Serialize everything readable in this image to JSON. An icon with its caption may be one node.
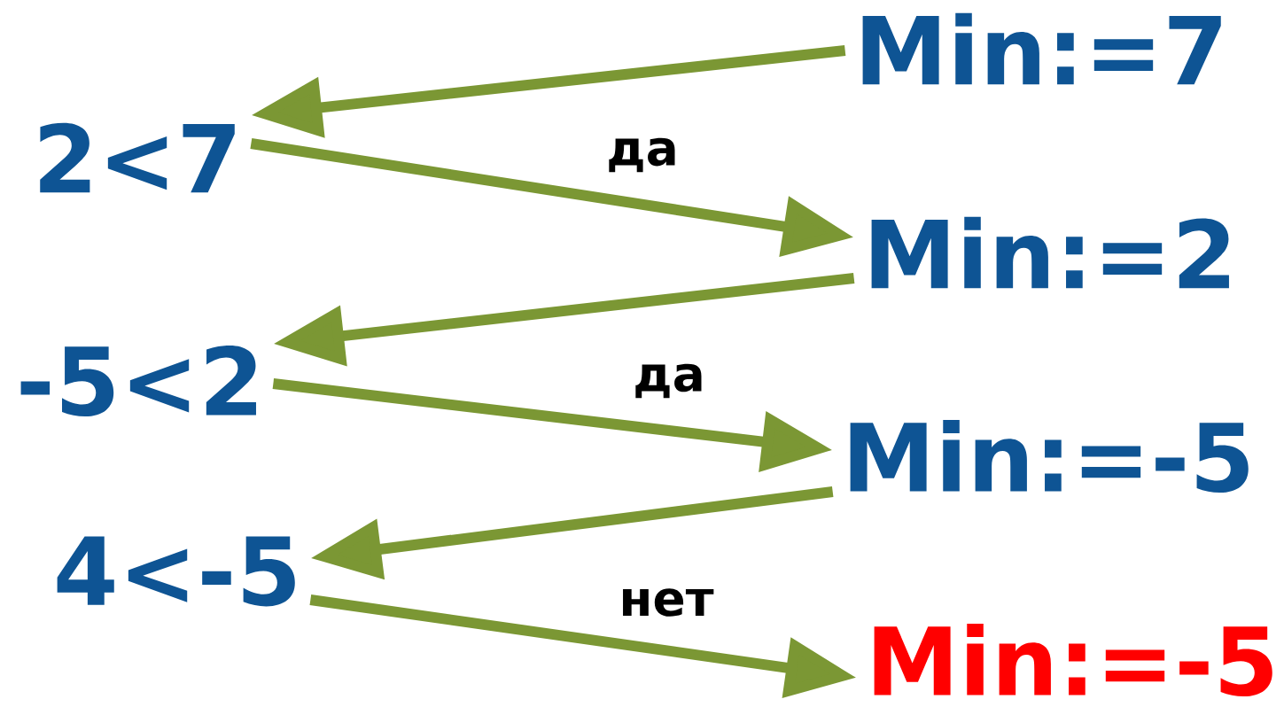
{
  "diagram": {
    "nodes": [
      {
        "text": [
          "Min:=7"
        ]
      },
      {
        "text": [
          "2<7"
        ]
      },
      {
        "text": [
          "Min:=2"
        ]
      },
      {
        "text": [
          "-5<2"
        ]
      },
      {
        "text": [
          "Min:=-5"
        ]
      },
      {
        "text": [
          "4<-5"
        ]
      },
      {
        "text": [
          "Min:=-5"
        ]
      }
    ],
    "edges": [
      {
        "from": 0,
        "to": 1,
        "arrow": "to"
      },
      {
        "from": 1,
        "to": 2,
        "arrow": "to",
        "label": "да"
      },
      {
        "from": 2,
        "to": 3,
        "arrow": "to"
      },
      {
        "from": 3,
        "to": 4,
        "arrow": "to",
        "label": "да"
      },
      {
        "from": 4,
        "to": 5,
        "arrow": "to"
      },
      {
        "from": 5,
        "to": 6,
        "arrow": "to",
        "label": "нет"
      }
    ]
  }
}
